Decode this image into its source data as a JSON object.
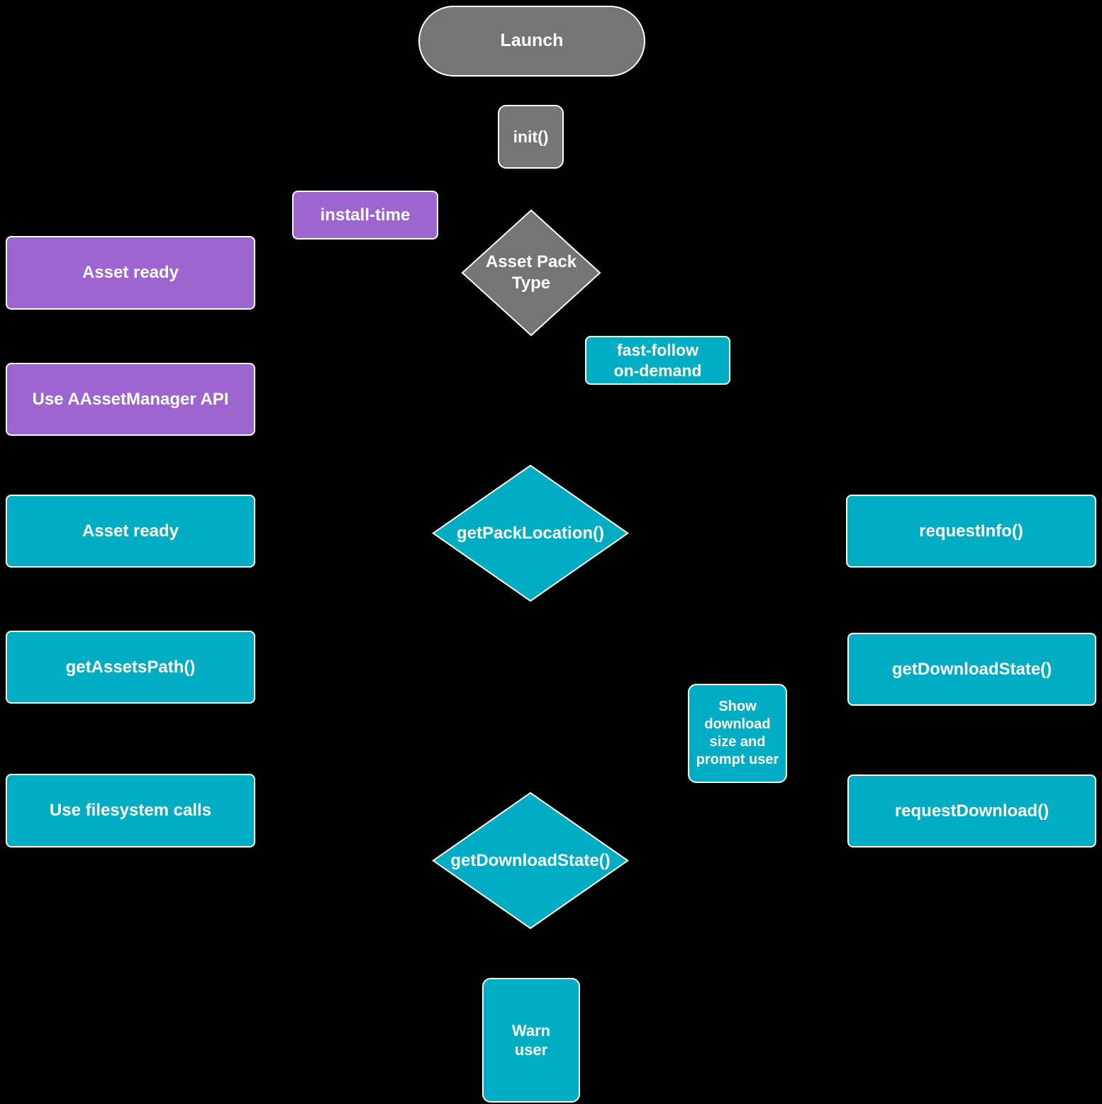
{
  "colors": {
    "background": "#000000",
    "gray": "#757575",
    "purple": "#9d65d0",
    "teal": "#00acc1",
    "text": "#ffffff",
    "border": "#ffffff"
  },
  "diagram": {
    "nodes": {
      "launch": {
        "label": "Launch"
      },
      "init": {
        "label": "init()"
      },
      "install_time": {
        "label": "install-time"
      },
      "asset_pack_type": {
        "label": "Asset Pack\nType"
      },
      "asset_ready_install": {
        "label": "Asset ready"
      },
      "fast_follow_on_demand": {
        "label": "fast-follow\non-demand"
      },
      "use_aassetmanager_api": {
        "label": "Use AAssetManager API"
      },
      "get_pack_location": {
        "label": "getPackLocation()"
      },
      "asset_ready_pack": {
        "label": "Asset ready"
      },
      "request_info": {
        "label": "requestInfo()"
      },
      "get_assets_path": {
        "label": "getAssetsPath()"
      },
      "get_download_state_action": {
        "label": "getDownloadState()"
      },
      "show_download_size": {
        "label": "Show download size and prompt user"
      },
      "use_filesystem_calls": {
        "label": "Use filesystem calls"
      },
      "request_download": {
        "label": "requestDownload()"
      },
      "get_download_state_decision": {
        "label": "getDownloadState()"
      },
      "warn_user": {
        "label": "Warn\nuser"
      }
    }
  }
}
